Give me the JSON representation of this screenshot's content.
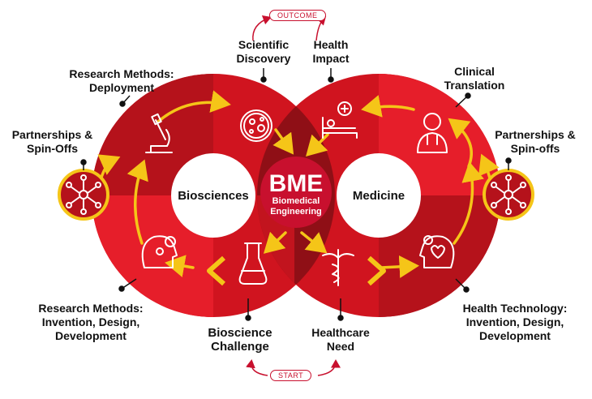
{
  "outcome_label": "OUTCOME",
  "start_label": "START",
  "center": {
    "title": "BME",
    "subtitle_1": "Biomedical",
    "subtitle_2": "Engineering"
  },
  "left_hub": "Biosciences",
  "right_hub": "Medicine",
  "labels": {
    "scientific_discovery": [
      "Scientific",
      "Discovery"
    ],
    "health_impact": [
      "Health",
      "Impact"
    ],
    "research_deployment": [
      "Research Methods:",
      "Deployment"
    ],
    "clinical_translation": [
      "Clinical",
      "Translation"
    ],
    "partnerships_left": [
      "Partnerships &",
      "Spin-Offs"
    ],
    "partnerships_right": [
      "Partnerships &",
      "Spin-offs"
    ],
    "research_invention": [
      "Research Methods:",
      "Invention, Design,",
      "Development"
    ],
    "health_technology": [
      "Health Technology:",
      "Invention, Design,",
      "Development"
    ],
    "bioscience_challenge": [
      "Bioscience",
      "Challenge"
    ],
    "healthcare_need": [
      "Healthcare",
      "Need"
    ]
  },
  "icons": {
    "microscope": "microscope-icon",
    "petri_dish": "petri-dish-icon",
    "patient_bed": "patient-bed-icon",
    "doctor": "doctor-icon",
    "network": "network-icon",
    "head_gear": "head-gear-icon",
    "flask": "flask-icon",
    "caduceus": "caduceus-icon",
    "head_heart": "head-heart-icon"
  },
  "colors": {
    "ring_dark": "#b5121b",
    "ring_mid": "#d0141f",
    "ring_light": "#e61e2a",
    "overlap": "#8f0f16",
    "arrow": "#f5c518",
    "outline_red": "#c8102e"
  }
}
